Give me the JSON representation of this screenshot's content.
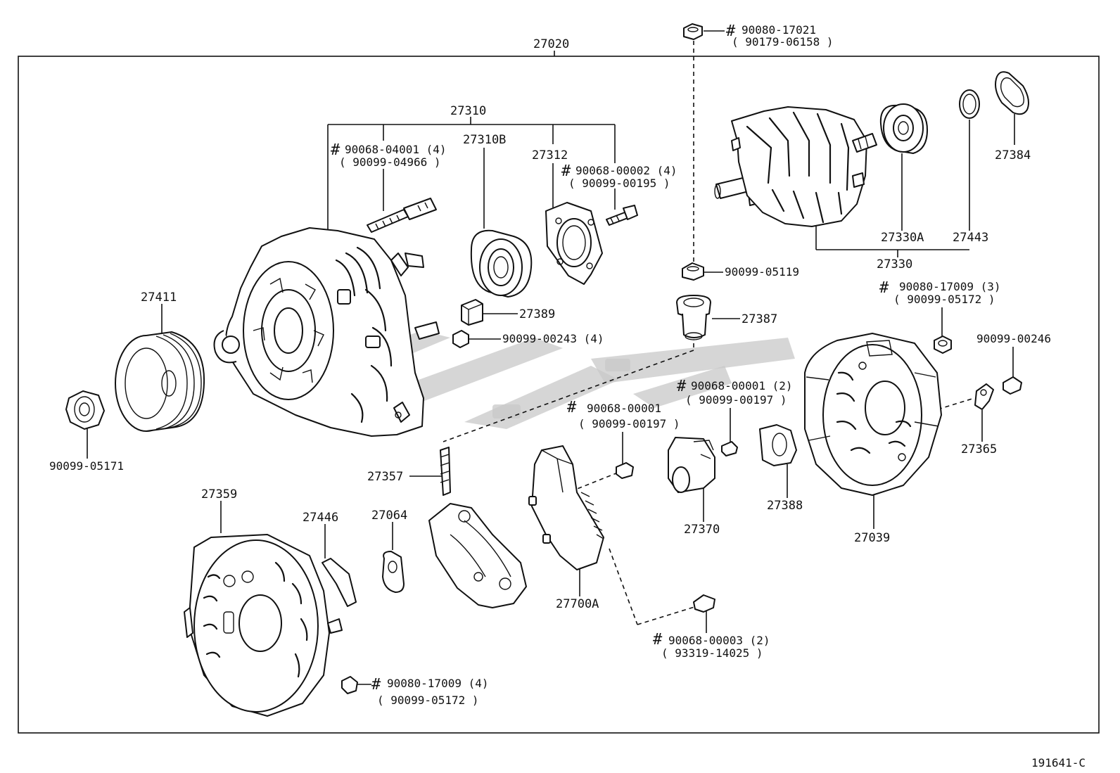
{
  "diagram_code": "191641-C",
  "parts": {
    "assembly": "27020",
    "drive_end_group": "27310",
    "bearing_drive": "27310B",
    "retainer_plate": "27312",
    "pulley": "27411",
    "pulley_nut": "90099-05171",
    "terminal_insulator": "27389",
    "bolt_27389": "90099-00243 (4)",
    "rotor_assembly": "27330",
    "rotor_bearing": "27330A",
    "rotor_ring": "27443",
    "rotor_collar": "27384",
    "nut_top": "90099-05119",
    "terminal_bushing": "27387",
    "rear_cover_group": "27039",
    "plate_27365": "27365",
    "bolt_27365": "90099-00246",
    "brush_holder": "27370",
    "cover_27388": "27388",
    "rectifier_holder": "27357",
    "regulator": "27700A",
    "insulator_27064": "27064",
    "insulator_27446": "27446",
    "end_cover": "27359"
  },
  "callouts": {
    "stud_top": {
      "number": "90080-17021",
      "alt": "( 90179-06158 )"
    },
    "stud_27310": {
      "number": "90068-04001 (4)",
      "alt": "( 90099-04966 )"
    },
    "screw_27312": {
      "number": "90068-00002 (4)",
      "alt": "( 90099-00195 )"
    },
    "nut_rear": {
      "number": "90080-17009 (3)",
      "alt": "( 90099-05172 )"
    },
    "screw_27370": {
      "number": "90068-00001 (2)",
      "alt": "( 90099-00197 )"
    },
    "screw_regulator": {
      "number": "90068-00001",
      "alt": "( 90099-00197 )"
    },
    "screw_bottom": {
      "number": "90068-00003 (2)",
      "alt": "( 93319-14025 )"
    },
    "nut_bottom": {
      "number": "90080-17009 (4)",
      "alt": "( 90099-05172 )"
    }
  },
  "symbols": {
    "hash": "#"
  }
}
